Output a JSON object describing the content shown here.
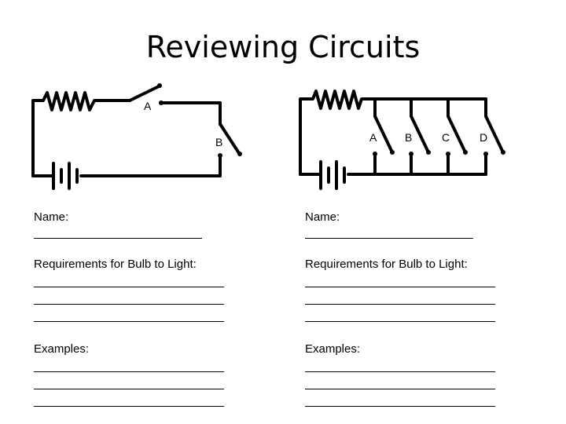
{
  "title": "Reviewing Circuits",
  "left_circuit": {
    "switch_labels": [
      "A",
      "B"
    ]
  },
  "right_circuit": {
    "switch_labels": [
      "A",
      "B",
      "C",
      "D"
    ]
  },
  "worksheet": {
    "name_label": "Name:",
    "requirements_label": "Requirements for Bulb to Light:",
    "examples_label": "Examples:"
  }
}
